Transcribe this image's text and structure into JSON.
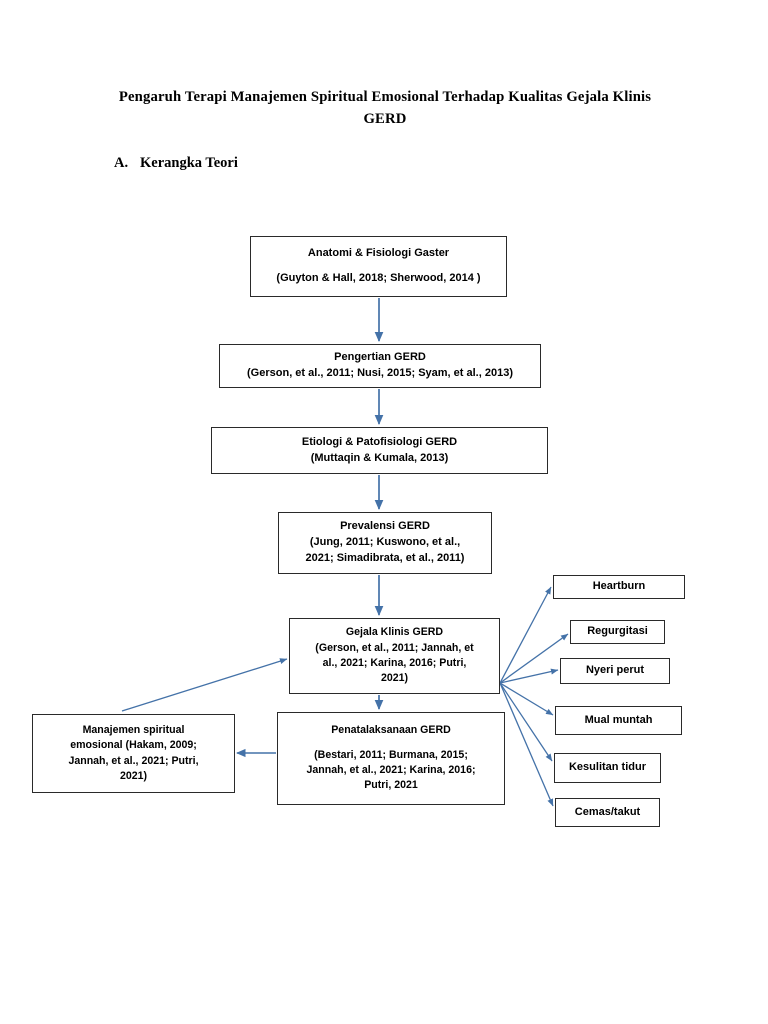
{
  "document": {
    "title_line1": "Pengaruh Terapi Manajemen Spiritual Emosional Terhadap Kualitas Gejala Klinis",
    "title_line2": "GERD",
    "section_letter": "A.",
    "section_title": "Kerangka Teori"
  },
  "colors": {
    "page_background": "#ffffff",
    "box_border": "#2a2a2a",
    "text": "#000000",
    "arrow": "#4472a8"
  },
  "diagram": {
    "type": "flowchart",
    "nodes": [
      {
        "id": "anatomi",
        "heading": "Anatomi & Fisiologi Gaster",
        "citation": "(Guyton & Hall, 2018; Sherwood, 2014 )"
      },
      {
        "id": "pengertian",
        "heading": "Pengertian GERD",
        "citation": "(Gerson, et al., 2011; Nusi, 2015; Syam, et al., 2013)"
      },
      {
        "id": "etiologi",
        "heading": "Etiologi & Patofisiologi GERD",
        "citation": "(Muttaqin & Kumala, 2013)"
      },
      {
        "id": "prevalensi",
        "heading": "Prevalensi GERD",
        "citation_line1": "(Jung, 2011; Kuswono, et al.,",
        "citation_line2": "2021; Simadibrata, et al., 2011)"
      },
      {
        "id": "gejala",
        "heading": "Gejala Klinis GERD",
        "citation_line1": "(Gerson, et al., 2011; Jannah, et",
        "citation_line2": "al., 2021; Karina, 2016; Putri,",
        "citation_line3": "2021)"
      },
      {
        "id": "penatalaksanaan",
        "heading": "Penatalaksanaan GERD",
        "citation_line1": "(Bestari, 2011; Burmana, 2015;",
        "citation_line2": "Jannah, et al., 2021; Karina, 2016;",
        "citation_line3": "Putri, 2021"
      },
      {
        "id": "manajemen",
        "line1": "Manajemen spiritual",
        "line2": "emosional (Hakam, 2009;",
        "line3": "Jannah, et al., 2021; Putri,",
        "line4": "2021)"
      }
    ],
    "symptoms": [
      {
        "id": "heartburn",
        "label": "Heartburn"
      },
      {
        "id": "regurgitasi",
        "label": "Regurgitasi"
      },
      {
        "id": "nyeri-perut",
        "label": "Nyeri perut"
      },
      {
        "id": "mual-muntah",
        "label": "Mual muntah"
      },
      {
        "id": "kesulitan-tidur",
        "label": "Kesulitan tidur"
      },
      {
        "id": "cemas-takut",
        "label": "Cemas/takut"
      }
    ],
    "edges": [
      {
        "from": "anatomi",
        "to": "pengertian",
        "direction": "down"
      },
      {
        "from": "pengertian",
        "to": "etiologi",
        "direction": "down"
      },
      {
        "from": "etiologi",
        "to": "prevalensi",
        "direction": "down"
      },
      {
        "from": "prevalensi",
        "to": "gejala",
        "direction": "down"
      },
      {
        "from": "gejala",
        "to": "penatalaksanaan",
        "direction": "down"
      },
      {
        "from": "penatalaksanaan",
        "to": "manajemen",
        "direction": "left"
      },
      {
        "from": "manajemen",
        "to": "gejala",
        "direction": "up-right"
      },
      {
        "from": "gejala",
        "to": "heartburn",
        "direction": "fan-out"
      },
      {
        "from": "gejala",
        "to": "regurgitasi",
        "direction": "fan-out"
      },
      {
        "from": "gejala",
        "to": "nyeri-perut",
        "direction": "fan-out"
      },
      {
        "from": "gejala",
        "to": "mual-muntah",
        "direction": "fan-out"
      },
      {
        "from": "gejala",
        "to": "kesulitan-tidur",
        "direction": "fan-out"
      },
      {
        "from": "gejala",
        "to": "cemas-takut",
        "direction": "fan-out"
      }
    ]
  }
}
